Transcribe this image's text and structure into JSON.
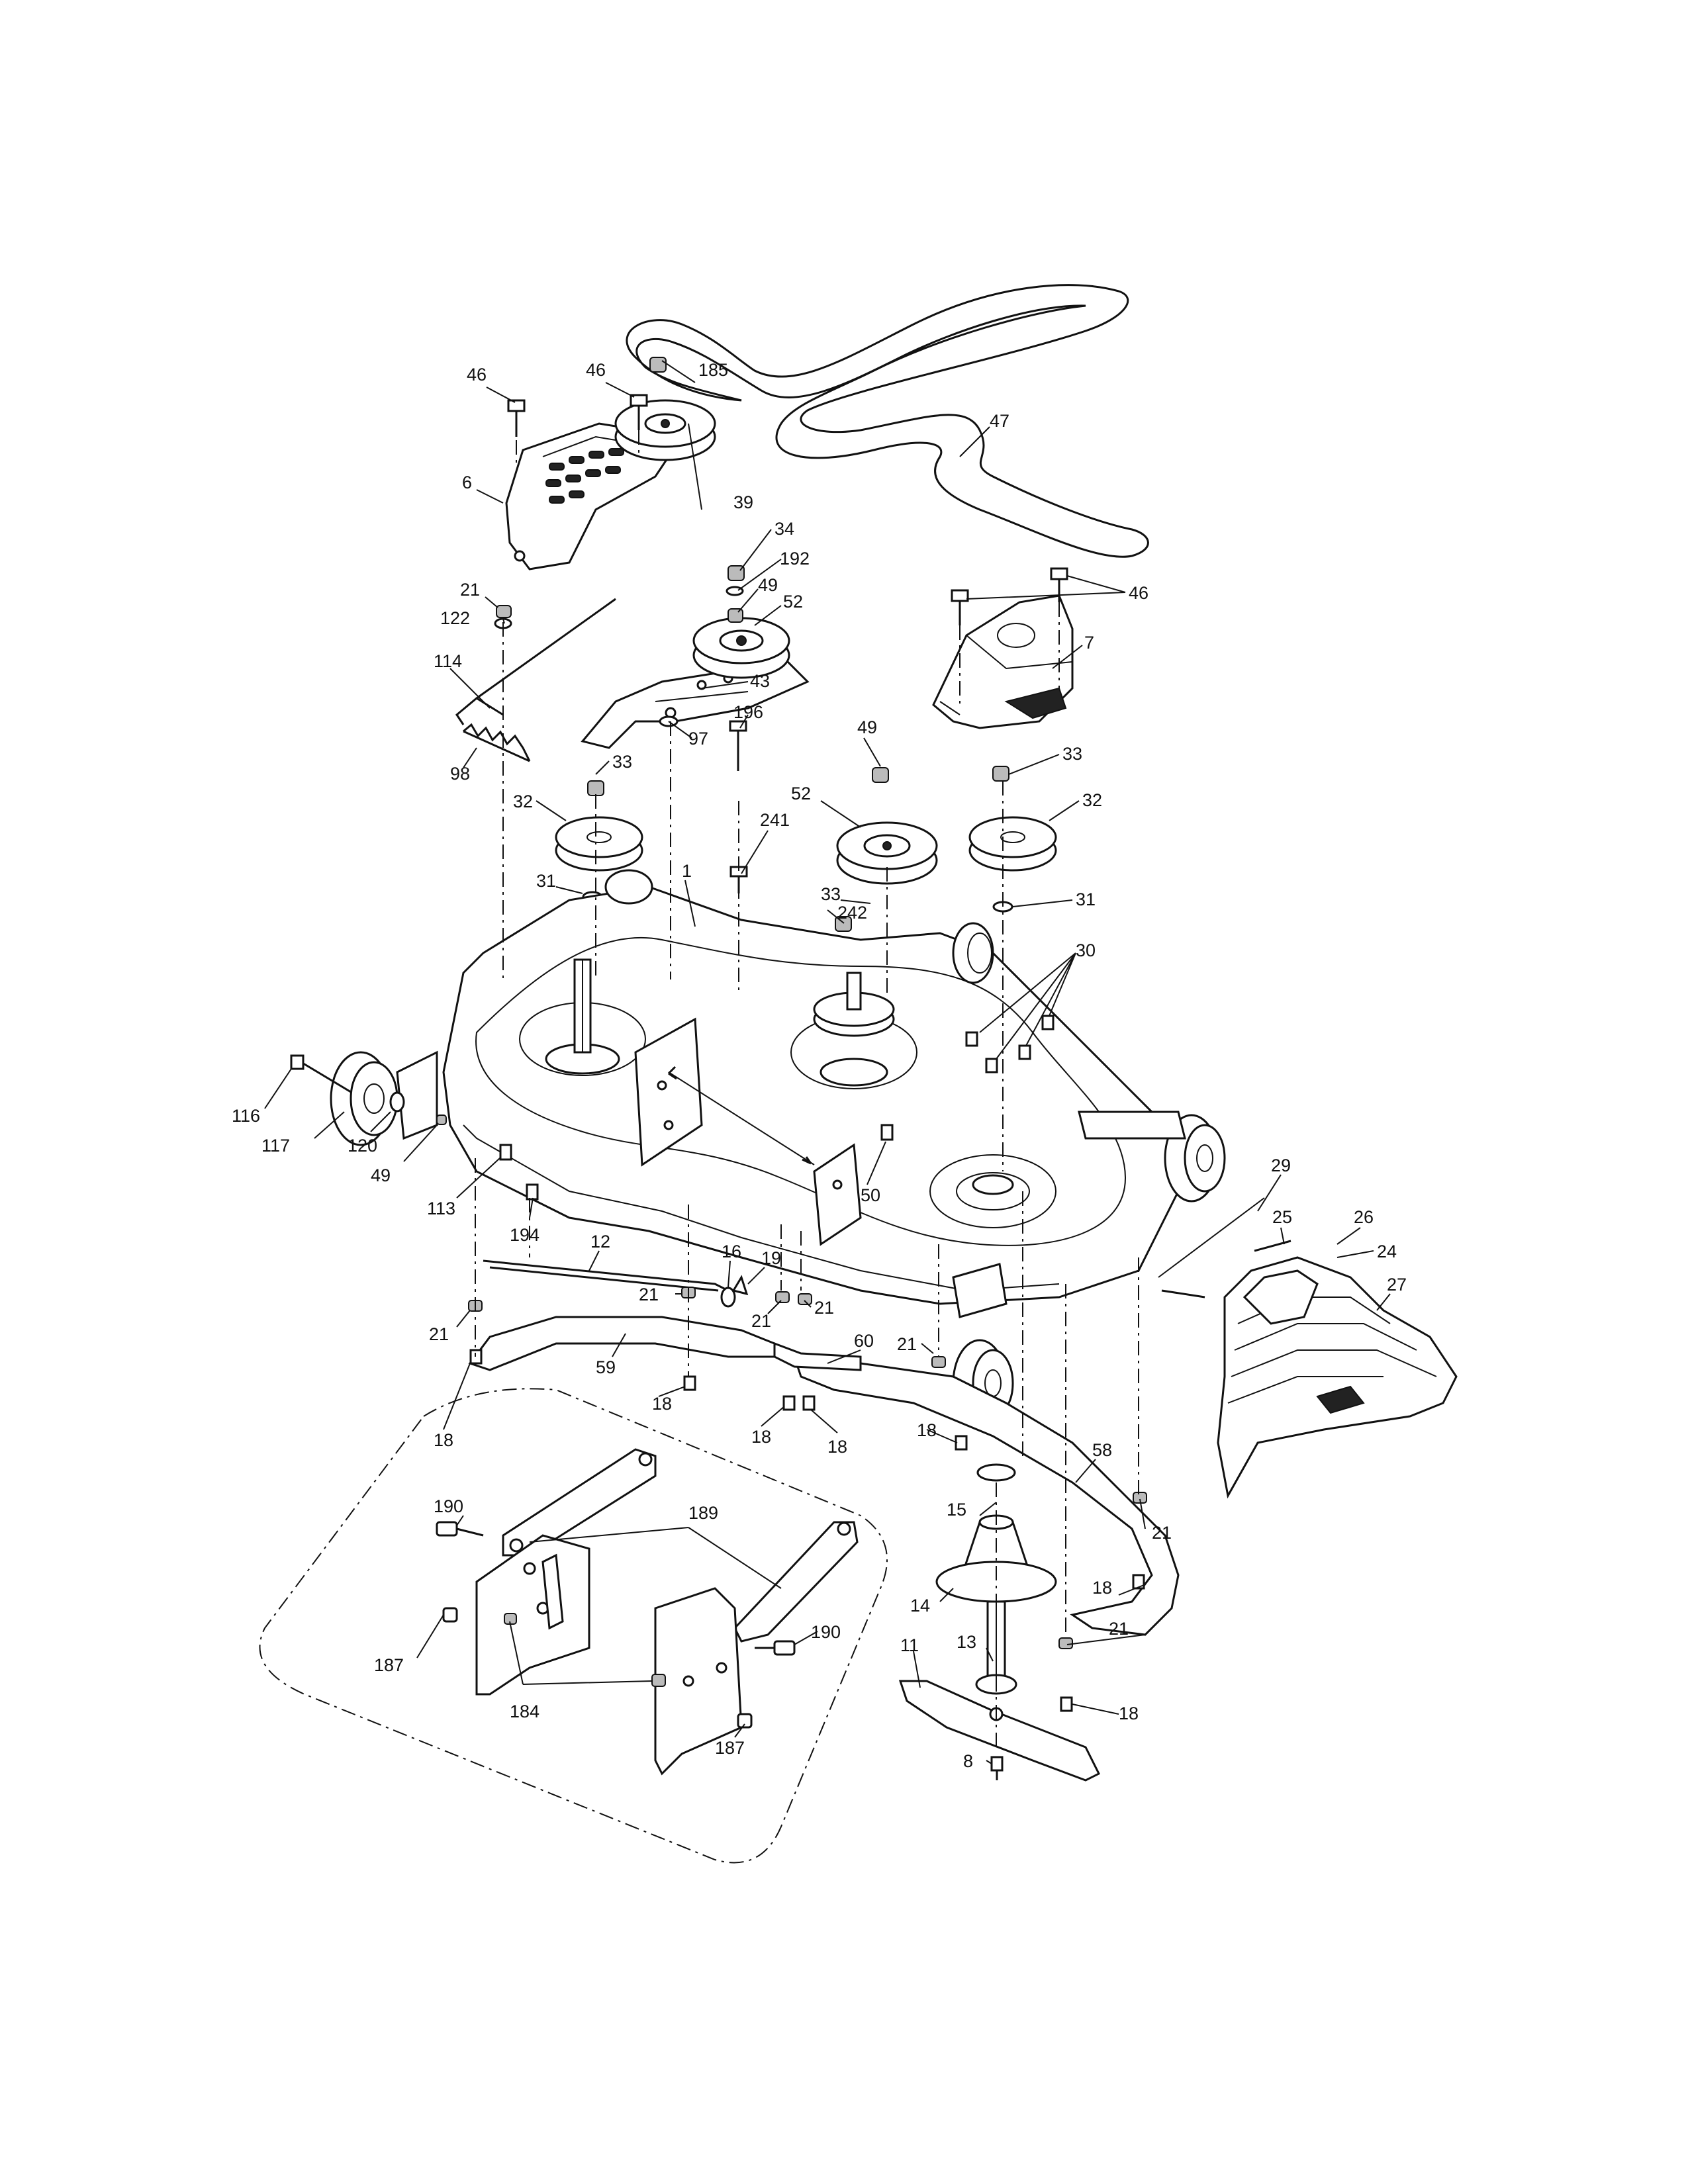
{
  "diagram": {
    "callouts": [
      {
        "id": "c46a",
        "text": "46"
      },
      {
        "id": "c46b",
        "text": "46"
      },
      {
        "id": "c185",
        "text": "185"
      },
      {
        "id": "c6",
        "text": "6"
      },
      {
        "id": "c39",
        "text": "39"
      },
      {
        "id": "c47",
        "text": "47"
      },
      {
        "id": "c34",
        "text": "34"
      },
      {
        "id": "c192",
        "text": "192"
      },
      {
        "id": "c49a",
        "text": "49"
      },
      {
        "id": "c52a",
        "text": "52"
      },
      {
        "id": "c46c",
        "text": "46"
      },
      {
        "id": "c21a",
        "text": "21"
      },
      {
        "id": "c122",
        "text": "122"
      },
      {
        "id": "c7",
        "text": "7"
      },
      {
        "id": "c114",
        "text": "114"
      },
      {
        "id": "c43",
        "text": "43"
      },
      {
        "id": "c196",
        "text": "196"
      },
      {
        "id": "c97",
        "text": "97"
      },
      {
        "id": "c98",
        "text": "98"
      },
      {
        "id": "c49b",
        "text": "49"
      },
      {
        "id": "c33a",
        "text": "33"
      },
      {
        "id": "c33b",
        "text": "33"
      },
      {
        "id": "c32a",
        "text": "32"
      },
      {
        "id": "c32b",
        "text": "32"
      },
      {
        "id": "c52b",
        "text": "52"
      },
      {
        "id": "c241",
        "text": "241"
      },
      {
        "id": "c31a",
        "text": "31"
      },
      {
        "id": "c31b",
        "text": "31"
      },
      {
        "id": "c1",
        "text": "1"
      },
      {
        "id": "c33c",
        "text": "33"
      },
      {
        "id": "c242",
        "text": "242"
      },
      {
        "id": "c30",
        "text": "30"
      },
      {
        "id": "c116",
        "text": "116"
      },
      {
        "id": "c117",
        "text": "117"
      },
      {
        "id": "c120",
        "text": "120"
      },
      {
        "id": "c49c",
        "text": "49"
      },
      {
        "id": "c113",
        "text": "113"
      },
      {
        "id": "c50",
        "text": "50"
      },
      {
        "id": "c29",
        "text": "29"
      },
      {
        "id": "c194",
        "text": "194"
      },
      {
        "id": "c25",
        "text": "25"
      },
      {
        "id": "c26",
        "text": "26"
      },
      {
        "id": "c24",
        "text": "24"
      },
      {
        "id": "c12",
        "text": "12"
      },
      {
        "id": "c16",
        "text": "16"
      },
      {
        "id": "c19",
        "text": "19"
      },
      {
        "id": "c21b",
        "text": "21"
      },
      {
        "id": "c21c",
        "text": "21"
      },
      {
        "id": "c21d",
        "text": "21"
      },
      {
        "id": "c27",
        "text": "27"
      },
      {
        "id": "c21e",
        "text": "21"
      },
      {
        "id": "c60",
        "text": "60"
      },
      {
        "id": "c21f",
        "text": "21"
      },
      {
        "id": "c59",
        "text": "59"
      },
      {
        "id": "c18a",
        "text": "18"
      },
      {
        "id": "c18b",
        "text": "18"
      },
      {
        "id": "c18c",
        "text": "18"
      },
      {
        "id": "c18d",
        "text": "18"
      },
      {
        "id": "c18e",
        "text": "18"
      },
      {
        "id": "c58",
        "text": "58"
      },
      {
        "id": "c15",
        "text": "15"
      },
      {
        "id": "c21g",
        "text": "21"
      },
      {
        "id": "c190a",
        "text": "190"
      },
      {
        "id": "c189",
        "text": "189"
      },
      {
        "id": "c18f",
        "text": "18"
      },
      {
        "id": "c14",
        "text": "14"
      },
      {
        "id": "c21h",
        "text": "21"
      },
      {
        "id": "c187a",
        "text": "187"
      },
      {
        "id": "c190b",
        "text": "190"
      },
      {
        "id": "c13",
        "text": "13"
      },
      {
        "id": "c11",
        "text": "11"
      },
      {
        "id": "c184",
        "text": "184"
      },
      {
        "id": "c18g",
        "text": "18"
      },
      {
        "id": "c187b",
        "text": "187"
      },
      {
        "id": "c8",
        "text": "8"
      }
    ]
  }
}
